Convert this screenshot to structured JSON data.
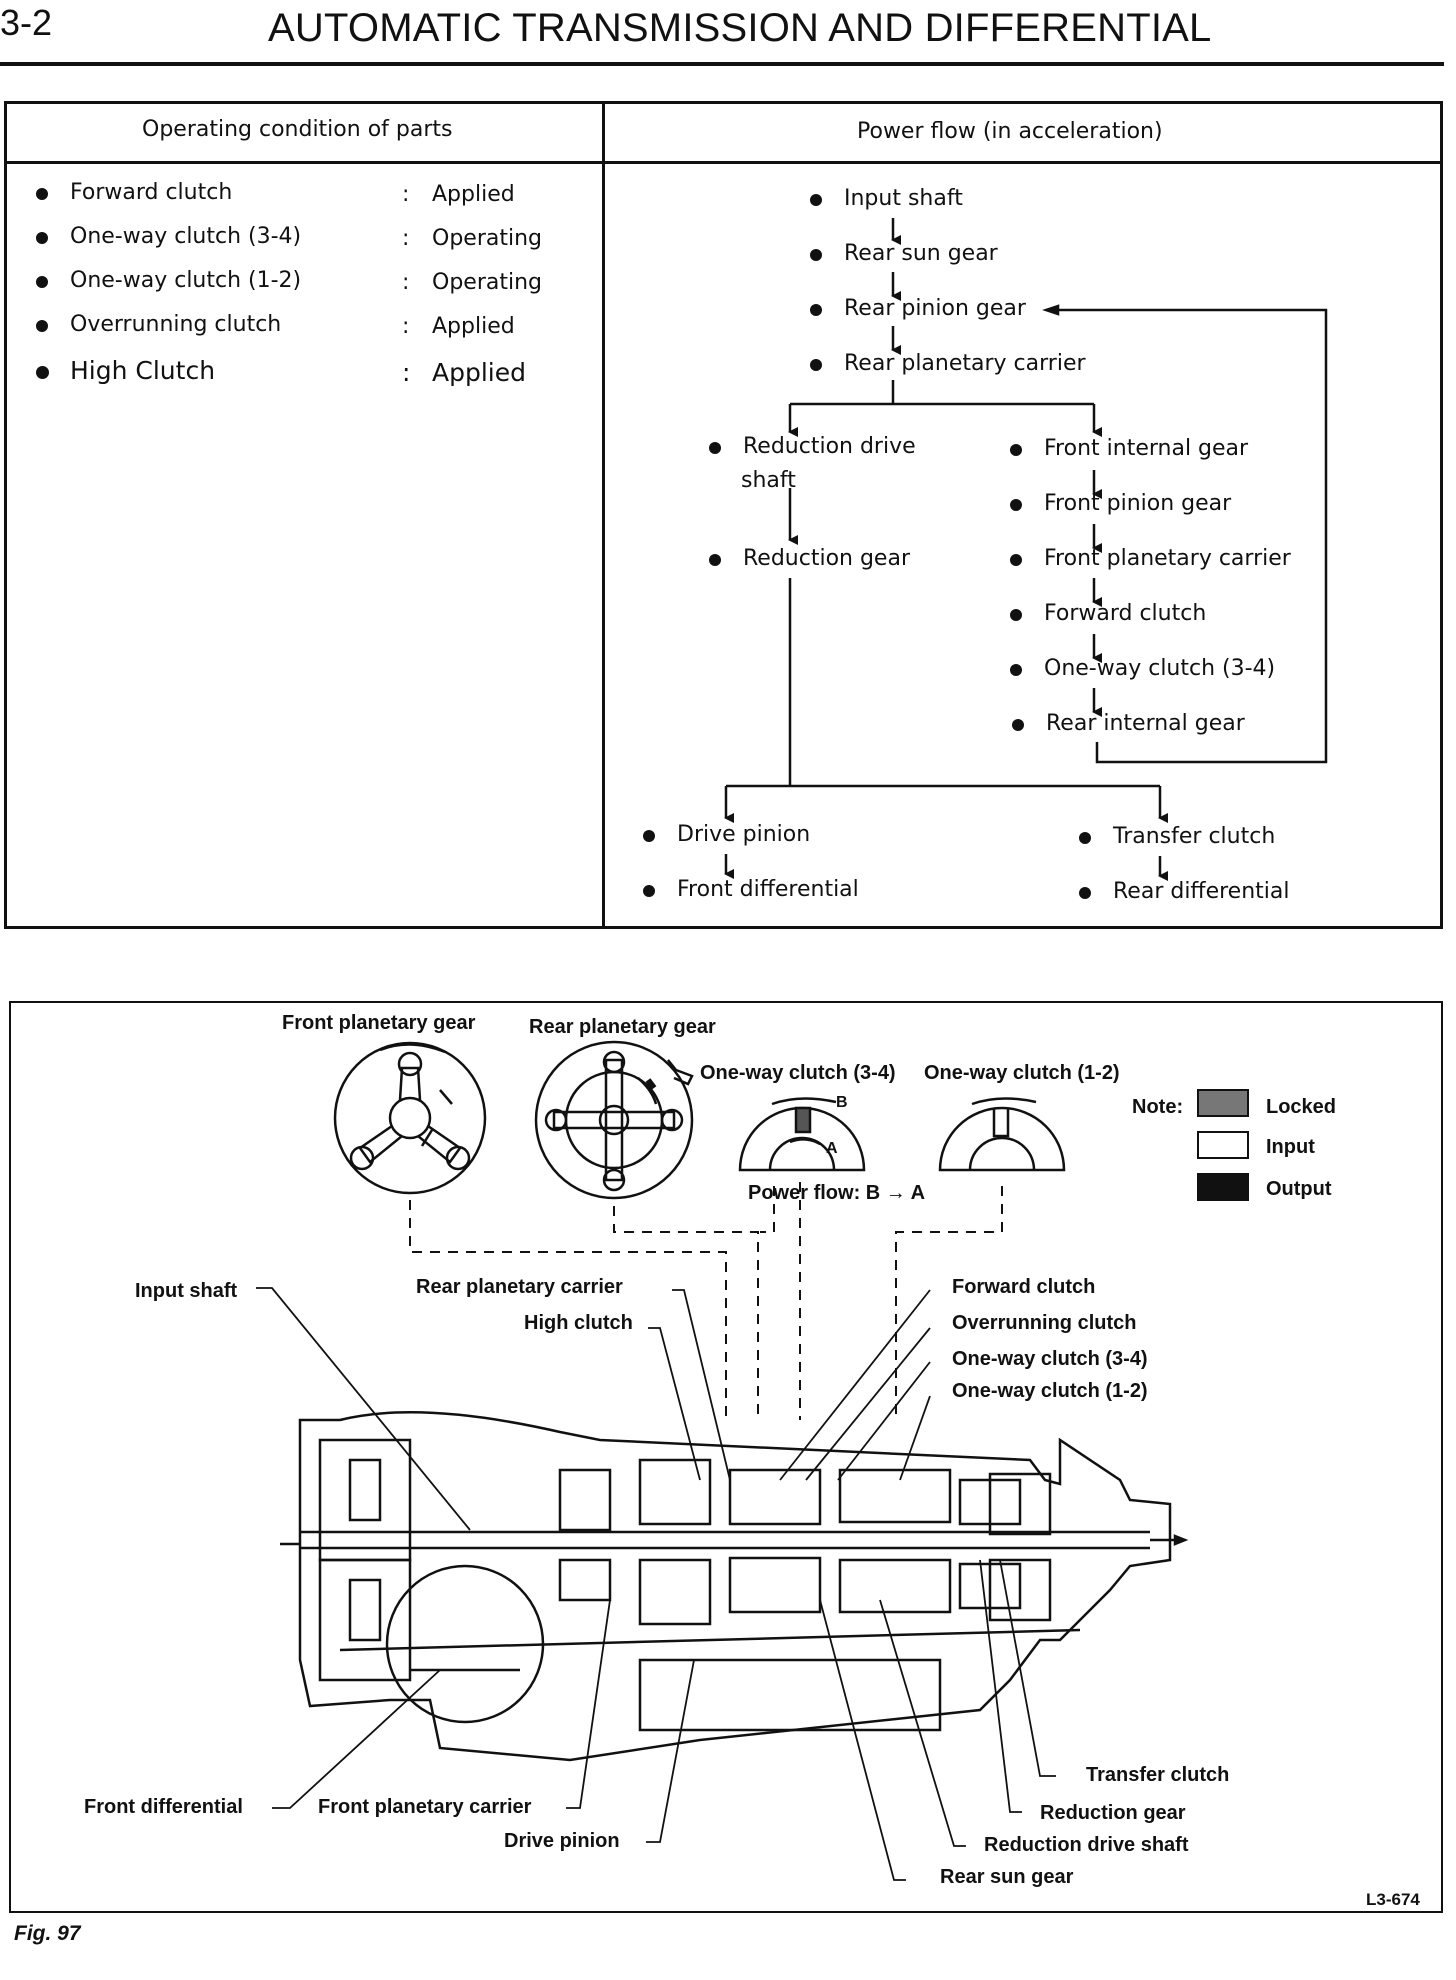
{
  "header": {
    "page_number": "3-2",
    "title": "AUTOMATIC TRANSMISSION AND DIFFERENTIAL"
  },
  "table": {
    "col_left_header": "Operating condition of parts",
    "col_right_header": "Power flow (in acceleration)",
    "conditions": [
      {
        "part": "Forward clutch",
        "sep": ":",
        "state": "Applied"
      },
      {
        "part": "One-way clutch (3-4)",
        "sep": ":",
        "state": "Operating"
      },
      {
        "part": "One-way clutch (1-2)",
        "sep": ":",
        "state": "Operating"
      },
      {
        "part": "Overrunning clutch",
        "sep": ":",
        "state": "Applied"
      },
      {
        "part": "High Clutch",
        "sep": ":",
        "state": "Applied"
      }
    ],
    "flow": {
      "main": [
        "Input shaft",
        "Rear sun gear",
        "Rear pinion gear",
        "Rear planetary carrier"
      ],
      "left_branch": [
        "Reduction drive",
        "shaft",
        "Reduction gear"
      ],
      "right_branch": [
        "Front internal gear",
        "Front pinion gear",
        "Front planetary carrier",
        "Forward clutch",
        "One-way clutch (3-4)",
        "Rear internal gear"
      ],
      "output_left": [
        "Drive pinion",
        "Front differential"
      ],
      "output_right": [
        "Transfer clutch",
        "Rear differential"
      ]
    }
  },
  "figure": {
    "top_labels": {
      "front_planetary_gear": "Front planetary gear",
      "rear_planetary_gear": "Rear planetary gear",
      "owc_34": "One-way clutch (3-4)",
      "owc_12": "One-way clutch (1-2)",
      "b": "B",
      "a": "A",
      "power_flow": "Power flow: B → A"
    },
    "legend": {
      "note": "Note:",
      "locked": "Locked",
      "input": "Input",
      "output": "Output"
    },
    "callouts": {
      "input_shaft": "Input shaft",
      "rear_planetary_carrier": "Rear planetary carrier",
      "high_clutch": "High clutch",
      "forward_clutch": "Forward clutch",
      "overrunning_clutch": "Overrunning clutch",
      "owc_34": "One-way clutch (3-4)",
      "owc_12": "One-way clutch (1-2)",
      "transfer_clutch": "Transfer clutch",
      "reduction_gear": "Reduction gear",
      "reduction_drive_shaft": "Reduction drive shaft",
      "rear_sun_gear": "Rear sun gear",
      "front_differential": "Front differential",
      "front_planetary_carrier": "Front planetary carrier",
      "drive_pinion": "Drive pinion"
    },
    "code": "L3-674",
    "caption": "Fig. 97"
  }
}
